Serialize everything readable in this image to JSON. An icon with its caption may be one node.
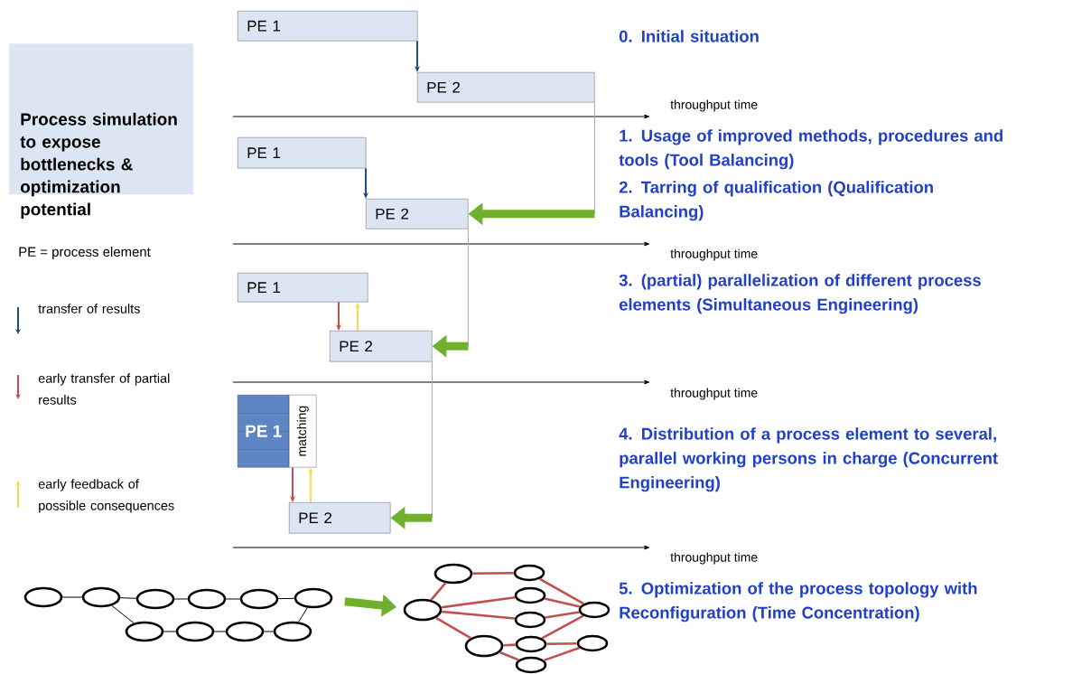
{
  "diagram": {
    "nodes": [
      {
        "text": [
          "Process simulation to expose bottlenecks & optimization potential"
        ]
      },
      {
        "text": [
          "PE 1"
        ]
      },
      {
        "text": [
          "PE 2"
        ]
      },
      {
        "text": [
          "PE 1"
        ]
      },
      {
        "text": [
          "PE 2"
        ]
      },
      {
        "text": [
          "PE 1"
        ]
      },
      {
        "text": [
          "PE 2"
        ]
      },
      {
        "text": [
          "PE 1"
        ]
      },
      {
        "text": [
          "matching"
        ]
      },
      {
        "text": [
          "PE 2"
        ]
      },
      {
        "text": [],
        "shape": "ellipse"
      },
      {
        "text": [],
        "shape": "ellipse"
      },
      {
        "text": [],
        "shape": "ellipse"
      },
      {
        "text": [],
        "shape": "ellipse"
      },
      {
        "text": [],
        "shape": "ellipse"
      },
      {
        "text": [],
        "shape": "ellipse"
      },
      {
        "text": [],
        "shape": "ellipse"
      },
      {
        "text": [],
        "shape": "ellipse"
      },
      {
        "text": [],
        "shape": "ellipse"
      },
      {
        "text": [],
        "shape": "ellipse"
      },
      {
        "text": [],
        "shape": "ellipse"
      },
      {
        "text": [],
        "shape": "ellipse"
      },
      {
        "text": [],
        "shape": "ellipse"
      },
      {
        "text": [],
        "shape": "ellipse"
      },
      {
        "text": [],
        "shape": "ellipse"
      },
      {
        "text": [],
        "shape": "ellipse"
      },
      {
        "text": [],
        "shape": "ellipse"
      },
      {
        "text": [],
        "shape": "ellipse"
      },
      {
        "text": [],
        "shape": "ellipse"
      },
      {
        "text": [],
        "shape": "ellipse"
      }
    ],
    "edges": [
      {
        "from": 1,
        "to": 2,
        "arrow": "to",
        "color": "#1f4e79"
      },
      {
        "from": 3,
        "to": 4,
        "arrow": "to",
        "color": "#1f4e79"
      },
      {
        "from": 5,
        "to": 6,
        "arrow": "to",
        "color": "#c0504d"
      },
      {
        "from": 6,
        "to": 5,
        "arrow": "to",
        "color": "#f2e04a"
      },
      {
        "from": 7,
        "to": 9,
        "arrow": "to",
        "color": "#c0504d"
      },
      {
        "from": 9,
        "to": 8,
        "arrow": "to",
        "color": "#f2e04a"
      },
      {
        "from": 2,
        "to": 4,
        "arrow": "to",
        "style": "thick",
        "color": "#6fb02c"
      },
      {
        "from": 4,
        "to": 6,
        "arrow": "to",
        "color": "#a6a6a6"
      },
      {
        "from": 6,
        "to": 9,
        "arrow": "to",
        "color": "#a6a6a6"
      },
      {
        "from": 10,
        "to": 11,
        "arrow": "none",
        "color": "#000000"
      },
      {
        "from": 11,
        "to": 12,
        "arrow": "none",
        "color": "#000000"
      },
      {
        "from": 12,
        "to": 13,
        "arrow": "none",
        "color": "#000000"
      },
      {
        "from": 13,
        "to": 14,
        "arrow": "none",
        "color": "#000000"
      },
      {
        "from": 14,
        "to": 15,
        "arrow": "none",
        "color": "#000000"
      },
      {
        "from": 11,
        "to": 16,
        "arrow": "none",
        "color": "#000000"
      },
      {
        "from": 16,
        "to": 17,
        "arrow": "none",
        "color": "#000000"
      },
      {
        "from": 17,
        "to": 18,
        "arrow": "none",
        "color": "#000000"
      },
      {
        "from": 18,
        "to": 19,
        "arrow": "none",
        "color": "#000000"
      },
      {
        "from": 19,
        "to": 15,
        "arrow": "none",
        "color": "#000000"
      },
      {
        "from": 15,
        "to": 23,
        "arrow": "to",
        "style": "thick",
        "color": "#6fb02c"
      },
      {
        "from": 23,
        "to": 20,
        "arrow": "none",
        "color": "#c0504d"
      },
      {
        "from": 20,
        "to": 21,
        "arrow": "none",
        "color": "#c0504d"
      },
      {
        "from": 23,
        "to": 22,
        "arrow": "none",
        "color": "#c0504d"
      },
      {
        "from": 23,
        "to": 24,
        "arrow": "none",
        "color": "#c0504d"
      },
      {
        "from": 23,
        "to": 26,
        "arrow": "none",
        "color": "#c0504d"
      },
      {
        "from": 21,
        "to": 25,
        "arrow": "none",
        "color": "#c0504d"
      },
      {
        "from": 22,
        "to": 25,
        "arrow": "none",
        "color": "#c0504d"
      },
      {
        "from": 24,
        "to": 25,
        "arrow": "none",
        "color": "#c0504d"
      },
      {
        "from": 26,
        "to": 27,
        "arrow": "none",
        "color": "#c0504d"
      },
      {
        "from": 27,
        "to": 25,
        "arrow": "none",
        "color": "#c0504d"
      },
      {
        "from": 27,
        "to": 28,
        "arrow": "none",
        "color": "#c0504d"
      },
      {
        "from": 26,
        "to": 29,
        "arrow": "none",
        "color": "#c0504d"
      },
      {
        "from": 29,
        "to": 28,
        "arrow": "none",
        "color": "#c0504d"
      }
    ],
    "labels": [
      "0. Initial situation",
      "throughput time",
      "1. Usage of improved methods, procedures and tools (Tool Balancing)",
      "2. Tarring of qualification (Qualification Balancing)",
      "PE = process element",
      "throughput time",
      "3. (partial) parallelization of different process elements (Simultaneous Engineering)",
      "throughput time",
      "4. Distribution of a process element to several, parallel working persons in charge (Concurrent Engineering)",
      "throughput time",
      "5. Optimization of the process topology with Reconfiguration (Time Concentration)"
    ],
    "legend": [
      {
        "text": "transfer of results"
      },
      {
        "text": "early transfer of partial results"
      },
      {
        "text": "early feedback of possible consequences"
      }
    ]
  }
}
